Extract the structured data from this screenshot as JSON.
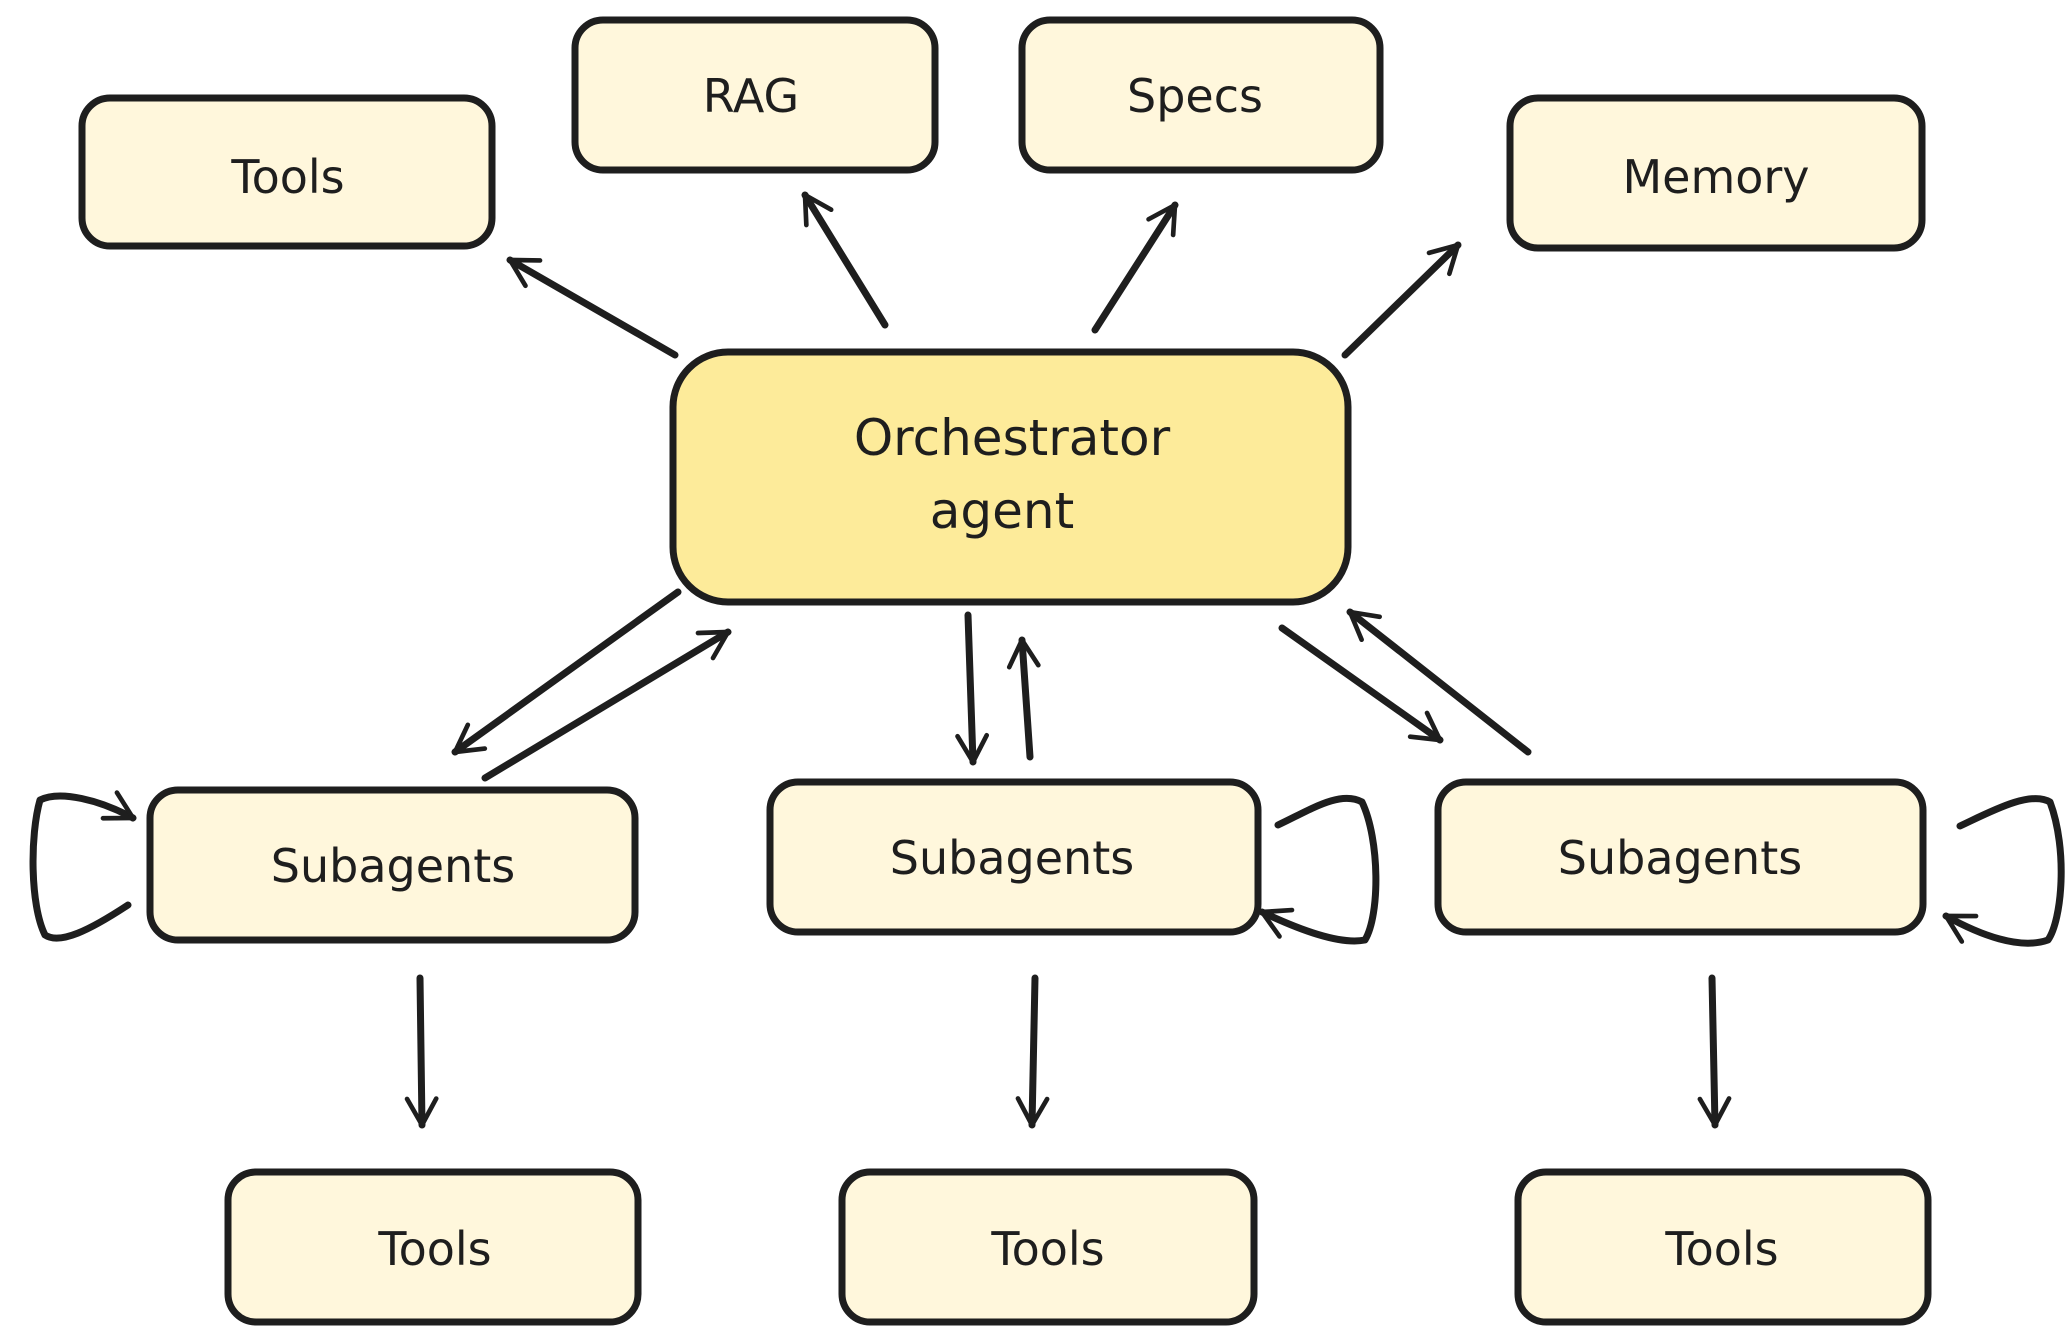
{
  "colors": {
    "primary_fill": "#fdeb9a",
    "secondary_fill": "#fff7dc",
    "stroke": "#1e1e1e"
  },
  "nodes": {
    "orchestrator": {
      "line1": "Orchestrator",
      "line2": "agent"
    },
    "tools_top": "Tools",
    "rag": "RAG",
    "specs": "Specs",
    "memory": "Memory",
    "subagents_left": "Subagents",
    "subagents_center": "Subagents",
    "subagents_right": "Subagents",
    "tools_left": "Tools",
    "tools_center": "Tools",
    "tools_right": "Tools"
  }
}
